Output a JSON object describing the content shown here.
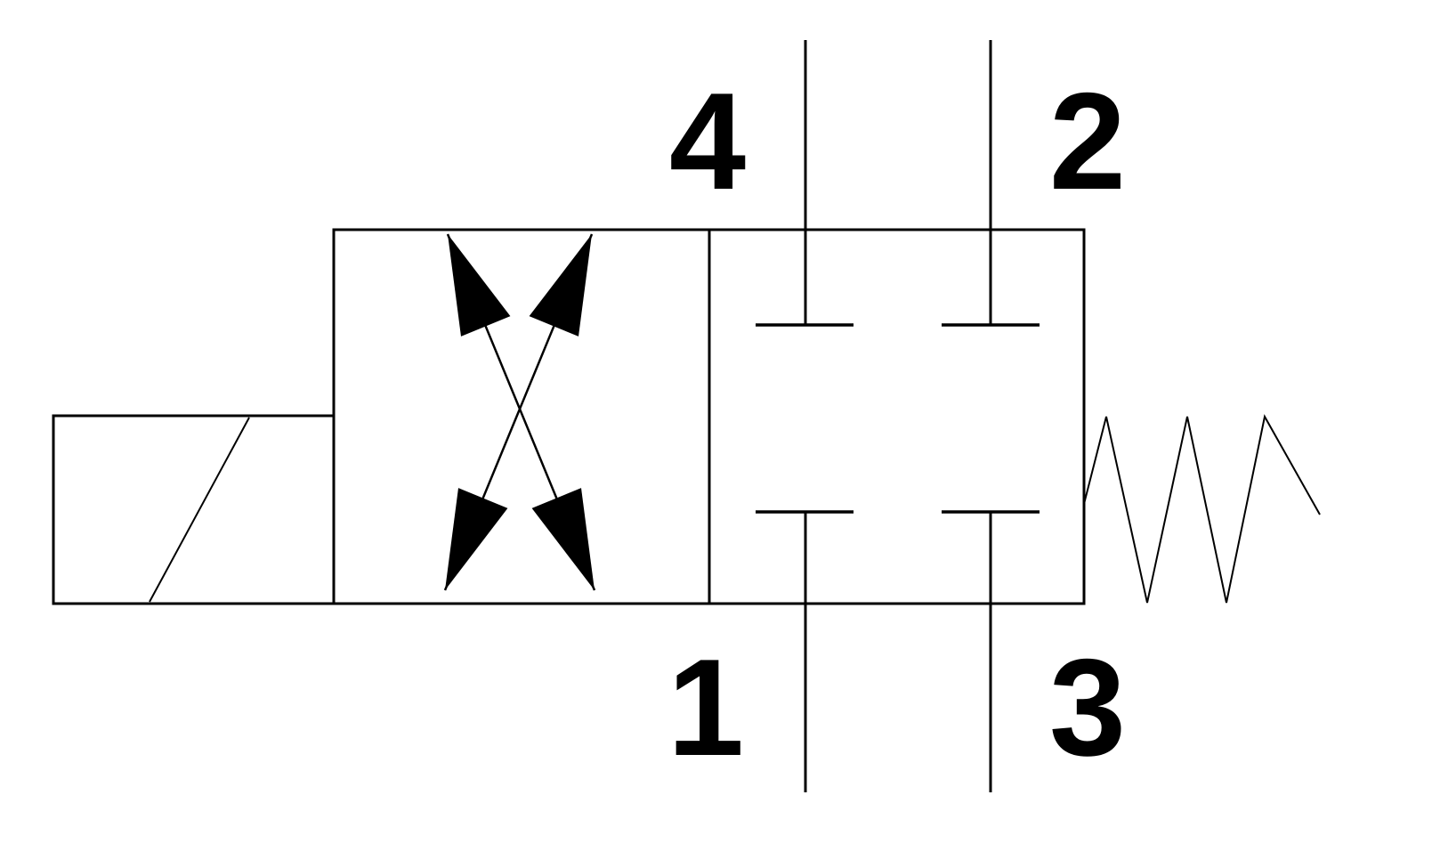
{
  "labels": {
    "port_4": "4",
    "port_2": "2",
    "port_1": "1",
    "port_3": "3"
  },
  "colors": {
    "line": "#000000",
    "arrow_fill": "#000000",
    "background": "#ffffff"
  }
}
